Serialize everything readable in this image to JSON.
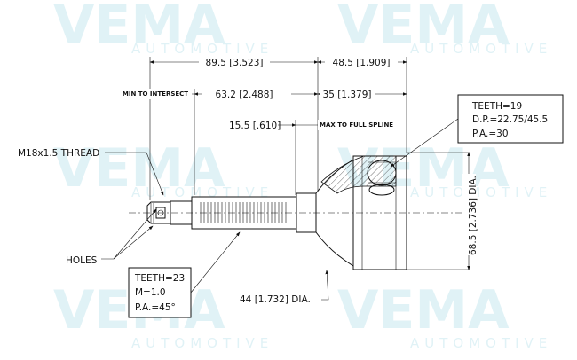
{
  "watermark": {
    "brand": "VEMA",
    "tagline": "AUTOMOTIVE"
  },
  "dimensions": {
    "overall": "89.5 [3.523]",
    "bell": "48.5 [1.909]",
    "min_to_intersect_label": "MIN TO INTERSECT",
    "min_to_intersect": "63.2 [2.488]",
    "bell_inner": "35 [1.379]",
    "full_spline": "15.5 [.610]",
    "full_spline_label": "MAX TO FULL SPLINE",
    "thread": "M18x1.5 THREAD",
    "holes": "HOLES",
    "outer_dia": "68.5 [2.736] DIA.",
    "shaft_dia": "44 [1.732] DIA."
  },
  "inner_spec": {
    "teeth": "TEETH=19",
    "dp": "D.P.=22.75/45.5",
    "pa": "P.A.=30"
  },
  "outer_spec": {
    "teeth": "TEETH=23",
    "module": "M=1.0",
    "pa": "P.A.=45°"
  }
}
